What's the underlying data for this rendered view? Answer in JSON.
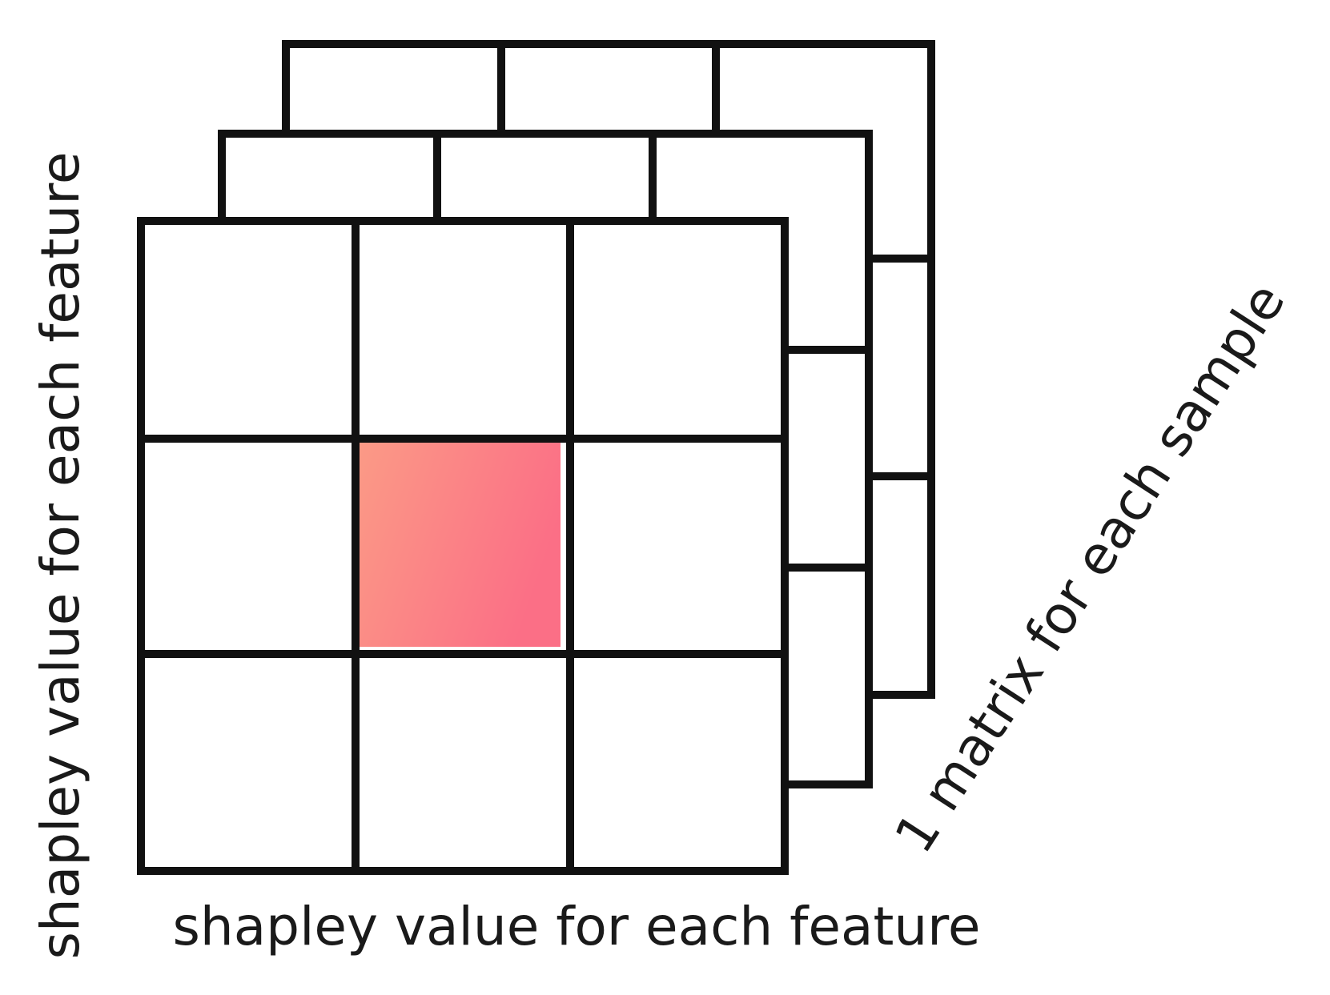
{
  "diagram": {
    "labels": {
      "left_axis": "shapley value for each feature",
      "bottom_axis": "shapley value for each feature",
      "depth_axis": "1 matrix for each sample"
    },
    "matrix": {
      "rows": 3,
      "cols": 3,
      "stack_depth": 3,
      "highlighted_cell": {
        "row": 1,
        "col": 1
      }
    },
    "colors": {
      "line": "#111111",
      "highlight_start": "#fb9a86",
      "highlight_end": "#fb6f86",
      "text": "#1a1a1a",
      "background": "#ffffff"
    }
  }
}
